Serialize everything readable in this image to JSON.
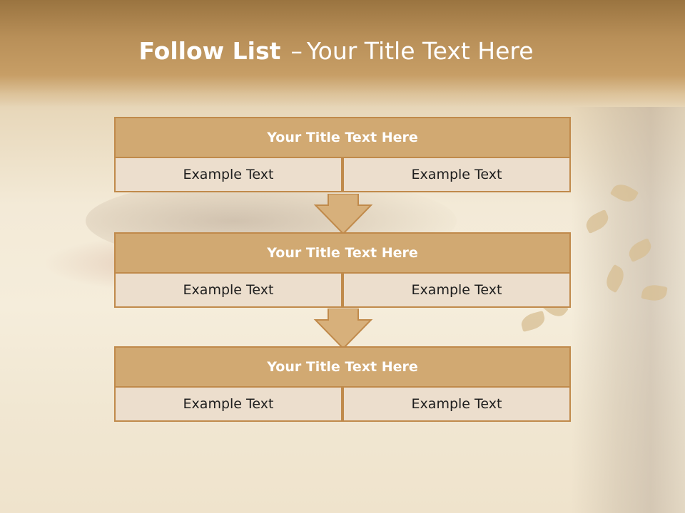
{
  "slide": {
    "title_bold": "Follow List",
    "title_dash": "–",
    "title_rest": "Your Title Text Here"
  },
  "blocks": [
    {
      "title": "Your Title Text Here",
      "left_text": "Example Text",
      "right_text": "Example Text"
    },
    {
      "title": "Your Title Text Here",
      "left_text": "Example Text",
      "right_text": "Example Text"
    },
    {
      "title": "Your Title Text Here",
      "left_text": "Example Text",
      "right_text": "Example Text"
    }
  ],
  "colors": {
    "header_band": "#b88f58",
    "box_fill": "#d1a972",
    "box_border": "#c08a4b",
    "cell_fill": "#ecdecd",
    "arrow_fill": "#d7b07b"
  },
  "icons": {
    "connector": "down-arrow-icon"
  }
}
